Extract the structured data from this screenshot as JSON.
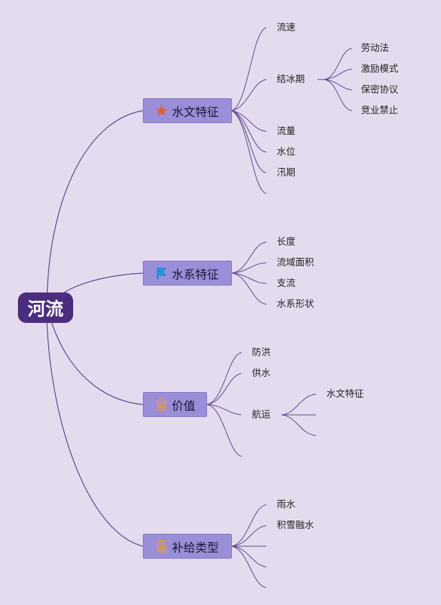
{
  "root": {
    "label": "河流"
  },
  "branches": [
    {
      "label": "水文特征",
      "icon": "star-icon",
      "icon_color": "#e0623a",
      "children": [
        {
          "label": "流速"
        },
        {
          "label": "结冰期",
          "children": [
            {
              "label": "劳动法"
            },
            {
              "label": "激励模式"
            },
            {
              "label": "保密协议"
            },
            {
              "label": "竞业禁止"
            }
          ]
        },
        {
          "label": "流量"
        },
        {
          "label": "水位"
        },
        {
          "label": "汛期"
        },
        {
          "label": ""
        }
      ]
    },
    {
      "label": "水系特征",
      "icon": "flag-icon",
      "icon_color": "#2a8fd8",
      "children": [
        {
          "label": "长度"
        },
        {
          "label": "流域面积"
        },
        {
          "label": "支流"
        },
        {
          "label": "水系形状"
        }
      ]
    },
    {
      "label": "价值",
      "icon": "award-ribbon-icon",
      "icon_color": "#e39b3e",
      "children": [
        {
          "label": "防洪"
        },
        {
          "label": "供水"
        },
        {
          "label": "航运",
          "children": [
            {
              "label": "水文特征"
            },
            {
              "label": ""
            },
            {
              "label": ""
            }
          ]
        },
        {
          "label": ""
        }
      ]
    },
    {
      "label": "补给类型",
      "icon": "award-ribbon-icon",
      "icon_color": "#e39b3e",
      "children": [
        {
          "label": "雨水"
        },
        {
          "label": "积雪融水"
        },
        {
          "label": ""
        },
        {
          "label": ""
        },
        {
          "label": ""
        }
      ]
    }
  ],
  "colors": {
    "line": "#5a3f8a",
    "root_bg": "#4b2d7f",
    "branch_bg": "#9b8ed8",
    "background": "#e4dcee"
  }
}
